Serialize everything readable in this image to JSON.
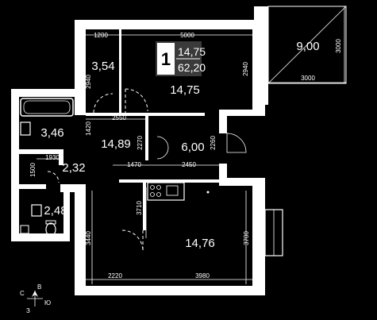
{
  "badge": {
    "rooms": "1",
    "living_area": "14,75",
    "total_area": "62,20"
  },
  "rooms": {
    "terrace": "9,00",
    "closet": "3,54",
    "bedroom": "14,75",
    "bathroom": "3,46",
    "hallway": "14,89",
    "entry": "6,00",
    "corridor": "2,32",
    "wc": "2,48",
    "kitchen_living": "14,76"
  },
  "dimensions": {
    "top_left": "1200",
    "top_main": "5000",
    "terrace_height": "3000",
    "terrace_width": "3000",
    "closet_height": "2940",
    "bedroom_height": "2940",
    "hall_width": "2550",
    "hall_height_left": "1420",
    "hall_height_mid": "2270",
    "entry_height": "2260",
    "corridor_width": "1930",
    "corridor_height": "1500",
    "entry_width_left": "1470",
    "entry_width_right": "2450",
    "kitchen_inner_height": "3710",
    "left_height": "3440",
    "right_height": "3700",
    "bottom_left": "2220",
    "bottom_right": "3980"
  },
  "compass": {
    "north": "В",
    "west": "С",
    "east": "Ю",
    "south": "З"
  },
  "colors": {
    "background": "#000000",
    "walls": "#ffffff",
    "text": "#ffffff",
    "badge_fill": "#ffffff",
    "badge_text": "#000000",
    "highlight_fill": "#3a3a3a"
  }
}
